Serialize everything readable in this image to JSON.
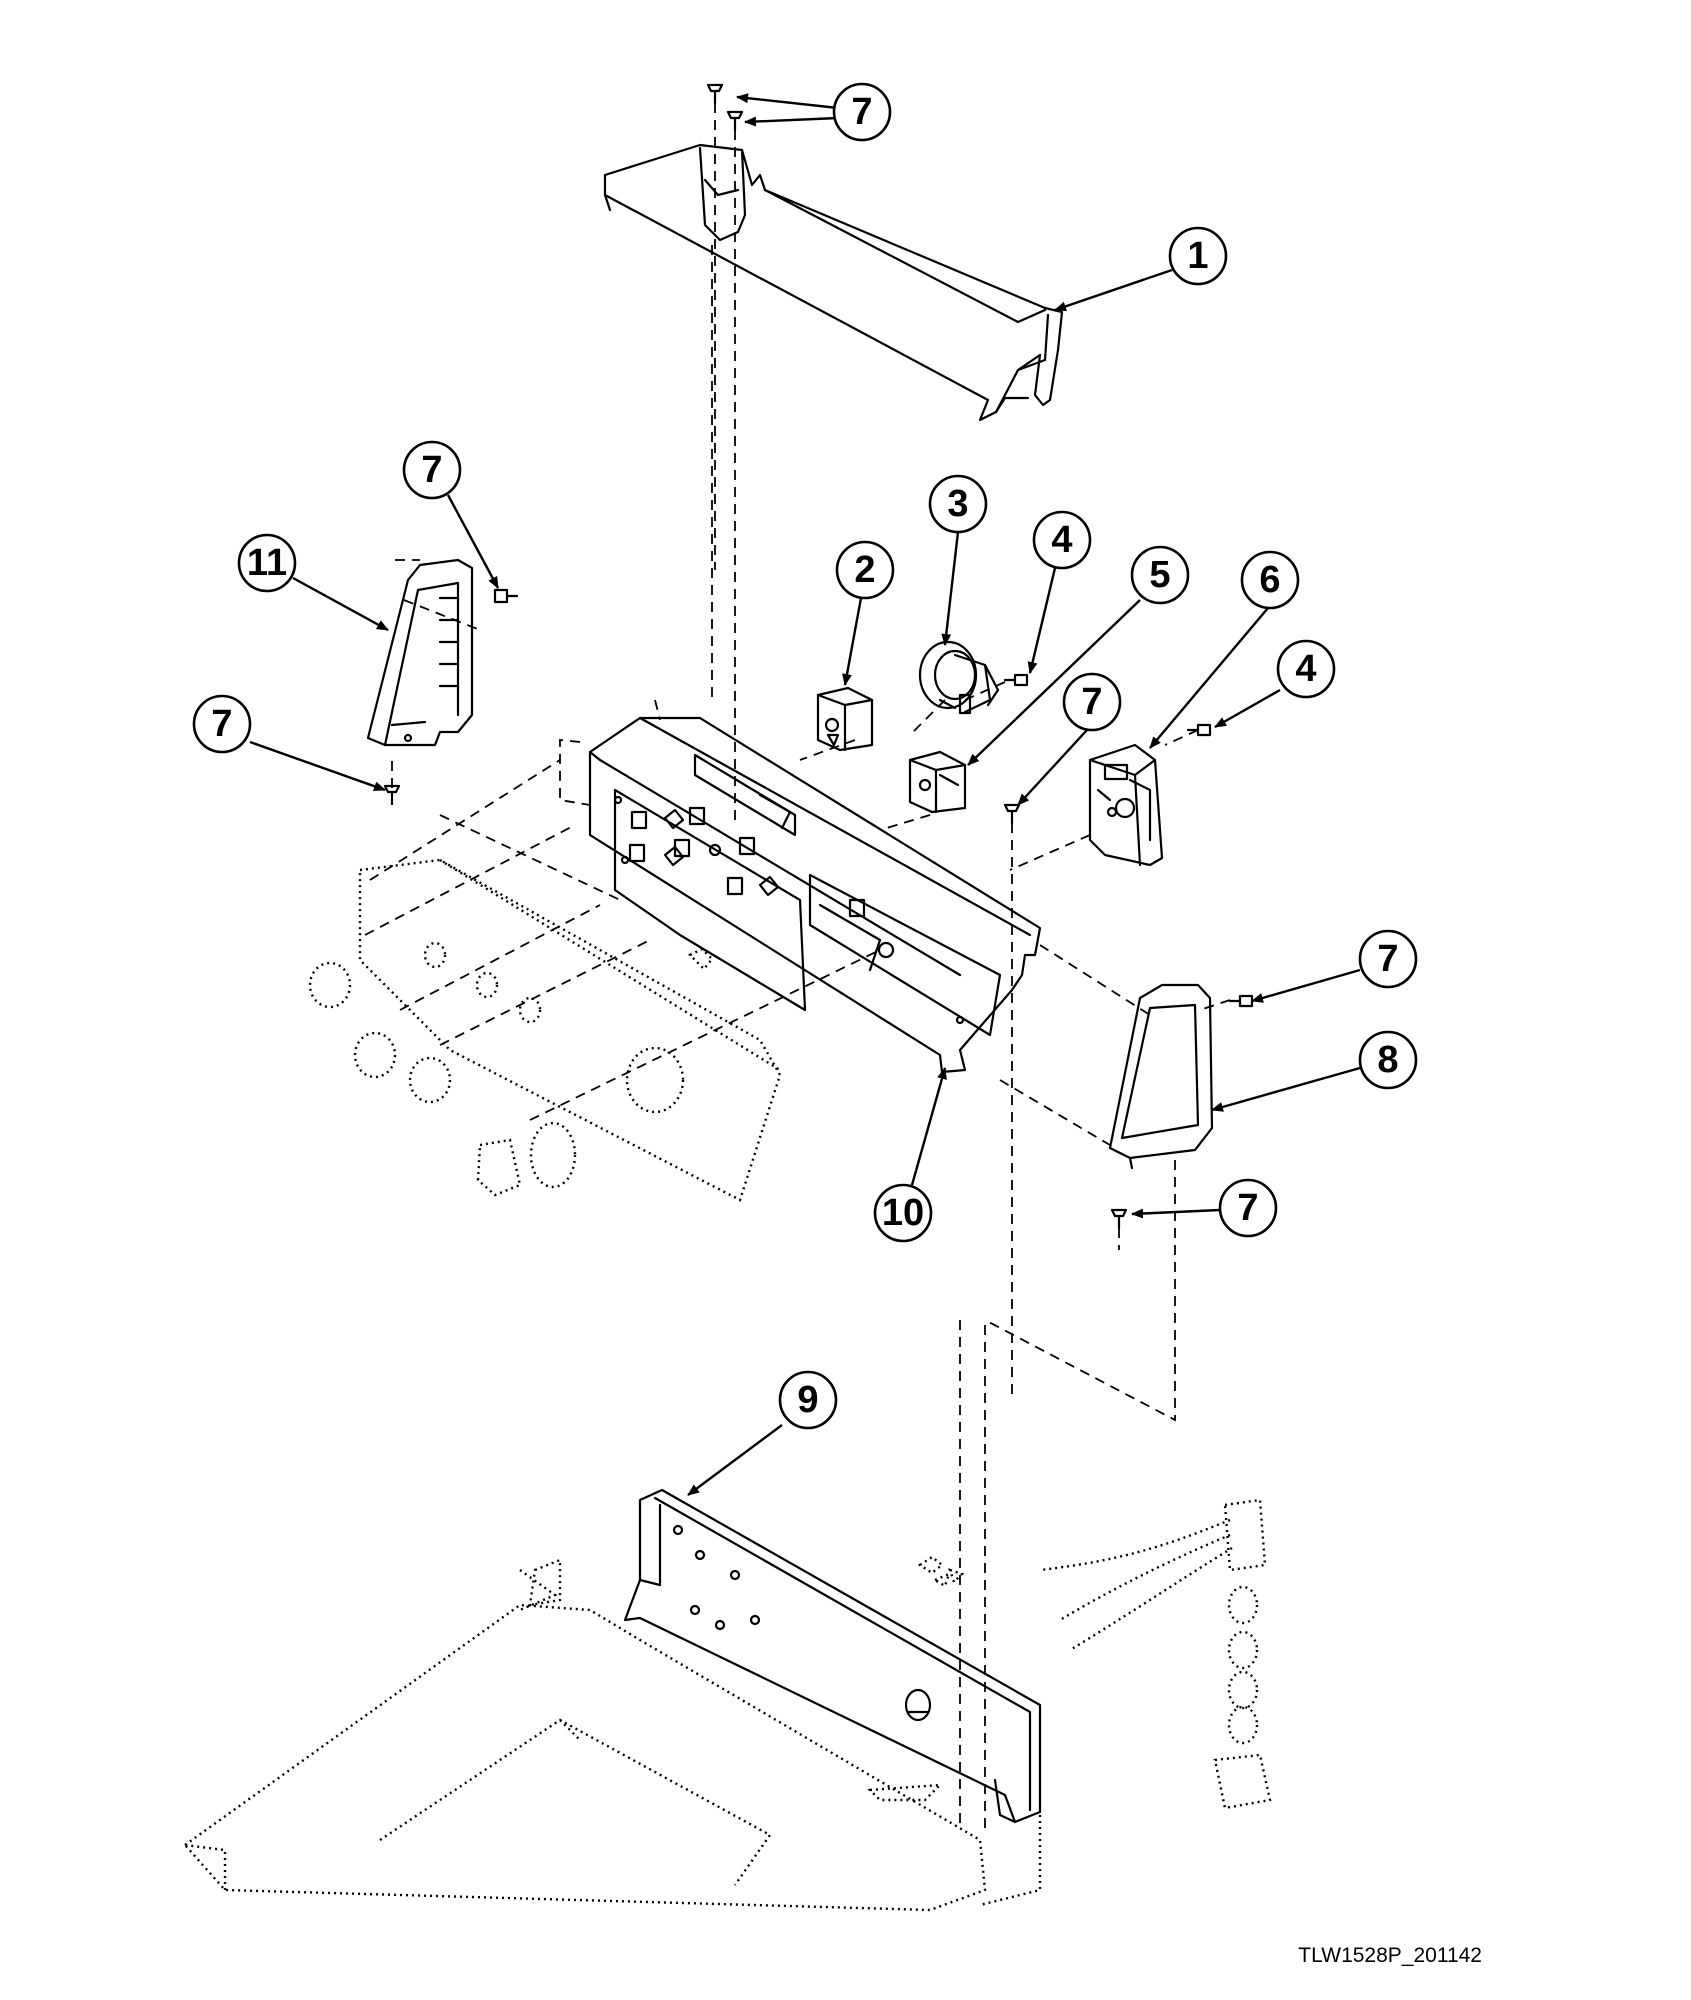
{
  "drawing_code": "TLW1528P_201142",
  "callouts": [
    {
      "id": "c7a",
      "label": "7"
    },
    {
      "id": "c1",
      "label": "1"
    },
    {
      "id": "c7b",
      "label": "7"
    },
    {
      "id": "c11",
      "label": "11"
    },
    {
      "id": "c3",
      "label": "3"
    },
    {
      "id": "c4a",
      "label": "4"
    },
    {
      "id": "c2",
      "label": "2"
    },
    {
      "id": "c5",
      "label": "5"
    },
    {
      "id": "c6",
      "label": "6"
    },
    {
      "id": "c7c",
      "label": "7"
    },
    {
      "id": "c4b",
      "label": "4"
    },
    {
      "id": "c7d",
      "label": "7"
    },
    {
      "id": "c7e",
      "label": "7"
    },
    {
      "id": "c8",
      "label": "8"
    },
    {
      "id": "c10",
      "label": "10"
    },
    {
      "id": "c7f",
      "label": "7"
    },
    {
      "id": "c9",
      "label": "9"
    }
  ]
}
